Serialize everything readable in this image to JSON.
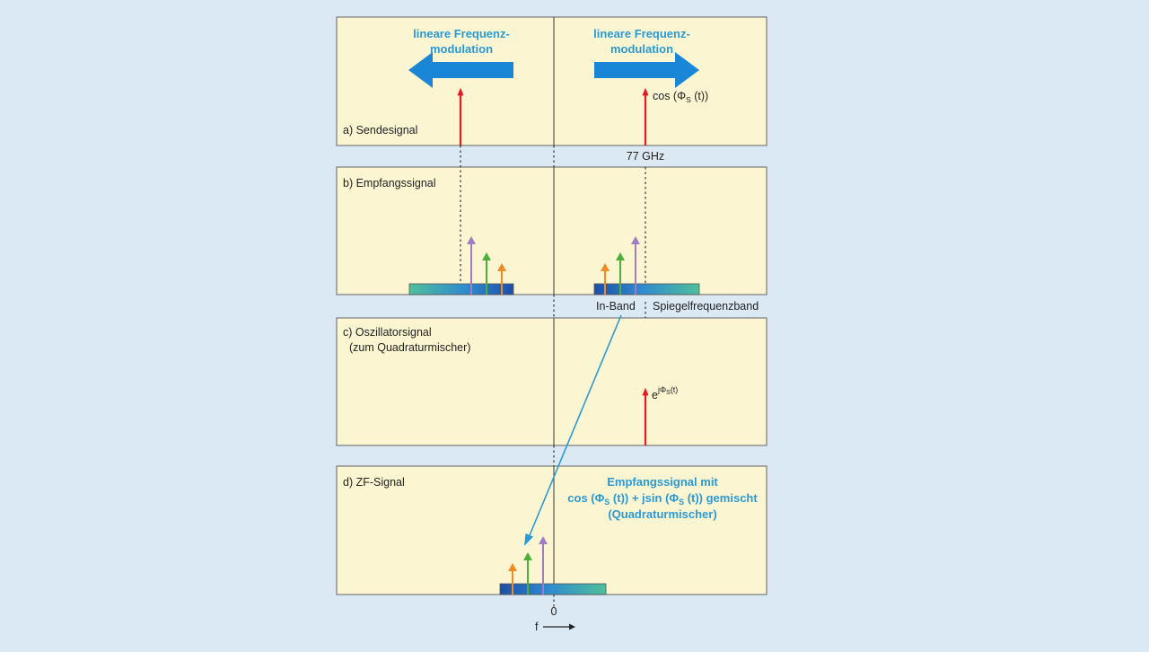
{
  "panels": {
    "a": {
      "label": "a) Sendesignal"
    },
    "b": {
      "label": "b) Empfangssignal"
    },
    "c": {
      "label_line1": "c) Oszillatorsignal",
      "label_line2": "(zum Quadraturmischer)"
    },
    "d": {
      "label": "d) ZF-Signal"
    }
  },
  "modulation": {
    "line1": "lineare Frequenz-",
    "line2": "modulation"
  },
  "signals": {
    "tx_formula": "cos (Φ",
    "tx_formula_sub": "S",
    "tx_formula_end": " (t))",
    "carrier_freq": "77 GHz",
    "osc_base": "e",
    "osc_exp": "jΦ",
    "osc_exp_sub": "S",
    "osc_exp_end": "(t)"
  },
  "bands": {
    "in_band": "In-Band",
    "image_band": "Spiegelfrequenzband"
  },
  "zf_note": {
    "line1": "Empfangssignal mit",
    "line2": "cos (Φ",
    "line2_sub1": "S",
    "line2_mid": " (t)) + jsin (Φ",
    "line2_sub2": "S",
    "line2_end": " (t)) gemischt",
    "line3": "(Quadraturmischer)"
  },
  "axis": {
    "zero": "0",
    "f_label": "f"
  },
  "colors": {
    "panel_fill": "#fbf5d2",
    "panel_border": "#7a7a7a",
    "arrow_blue": "#1a86d6",
    "text_blue": "#2a9ad6",
    "red": "#e51b24",
    "purple": "#a07cc0",
    "green": "#4caf3a",
    "orange": "#f08a24",
    "band_dark": "#1d4fa6",
    "band_light": "#4fbf9a"
  }
}
